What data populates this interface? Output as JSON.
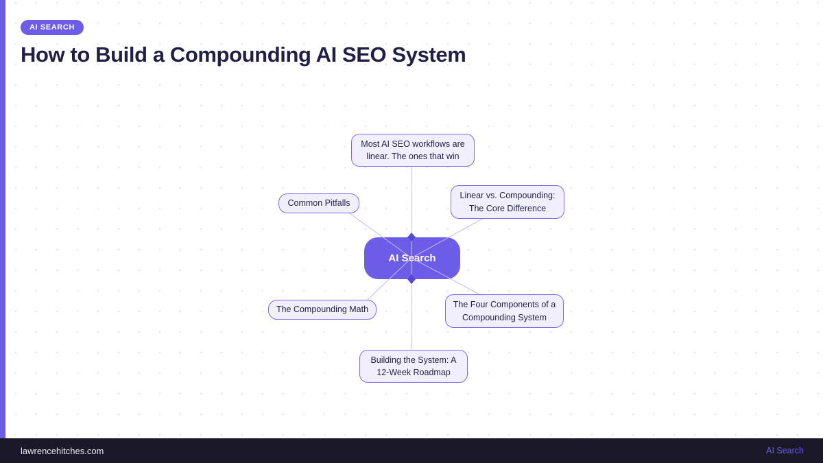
{
  "header": {
    "badge": "AI SEARCH",
    "title": "How to Build a Compounding AI SEO System"
  },
  "mindmap": {
    "center_label": "AI Search",
    "nodes": [
      {
        "label": "Most AI SEO workflows are linear. The ones that win"
      },
      {
        "label": "Common Pitfalls"
      },
      {
        "label": "Linear vs. Compounding: The Core Difference"
      },
      {
        "label": "The Compounding Math"
      },
      {
        "label": "The Four Components of a Compounding System"
      },
      {
        "label": "Building the System: A 12-Week Roadmap"
      }
    ]
  },
  "footer": {
    "site": "lawrencehitches.com",
    "brand": "AI Search"
  },
  "colors": {
    "accent": "#6C5CE7",
    "accent_dark": "#5747D2",
    "node_fill": "#F1EFFD",
    "node_border": "#7C6BE9",
    "connector": "#C5BCF0",
    "footer_bg": "#1B1929",
    "heading": "#221F47"
  }
}
